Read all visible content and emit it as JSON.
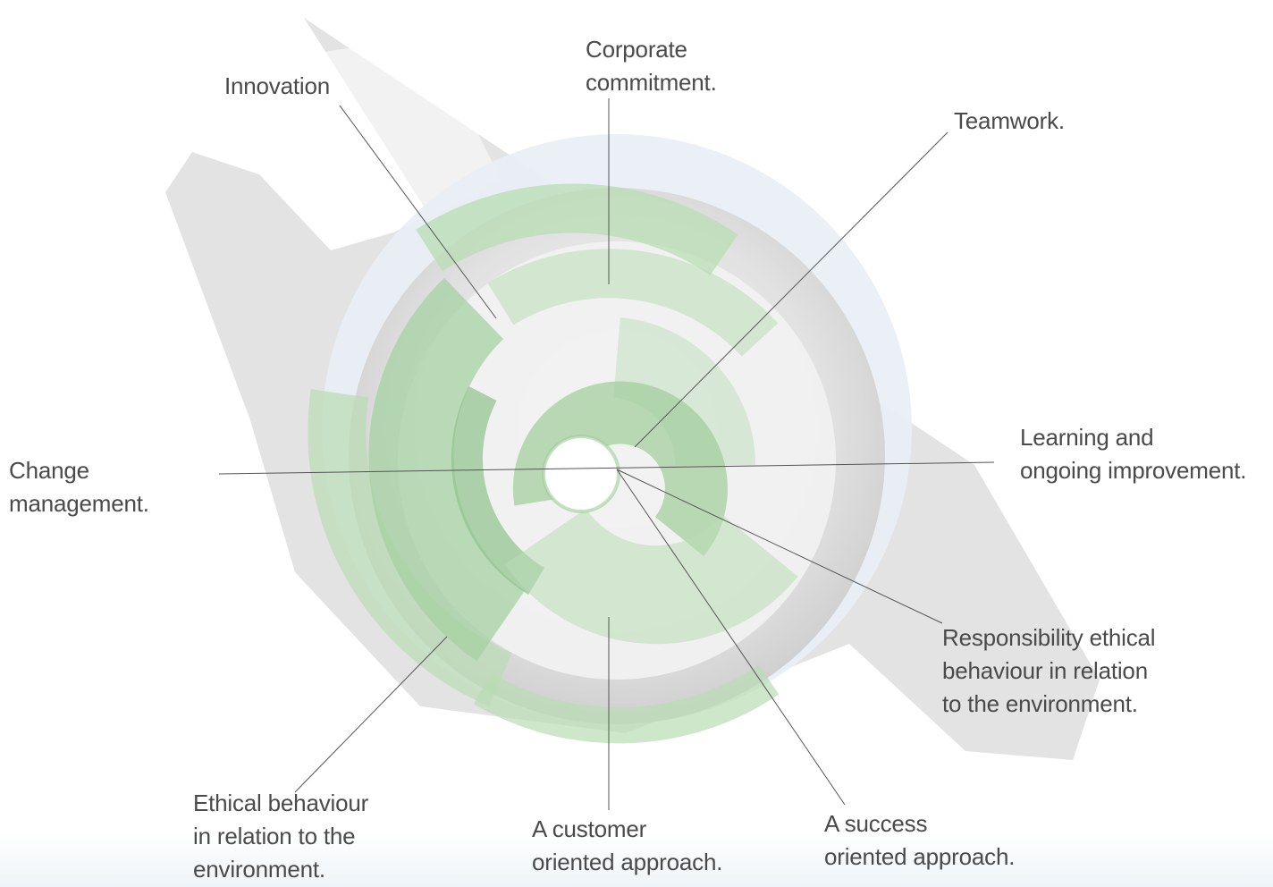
{
  "labels": {
    "innovation": [
      "Innovation"
    ],
    "corporate_commitment": [
      "Corporate",
      "commitment."
    ],
    "teamwork": [
      "Teamwork."
    ],
    "learning": [
      "Learning and",
      "ongoing improvement."
    ],
    "change_management": [
      "Change",
      "management."
    ],
    "responsibility": [
      "Responsibility ethical",
      "behaviour in relation",
      "to the environment."
    ],
    "ethical_behaviour": [
      "Ethical behaviour",
      "in relation to the",
      "environment."
    ],
    "customer": [
      "A customer",
      "oriented approach."
    ],
    "success": [
      "A success",
      "oriented approach."
    ]
  },
  "colors": {
    "ring_green": "#b9dcb4",
    "ring_green_dark": "#8fc28c",
    "tool_gray": "#d9d9d9",
    "dial_blue": "#e6eef5",
    "leader_line": "#555555",
    "label_text": "#4a4a4a"
  }
}
